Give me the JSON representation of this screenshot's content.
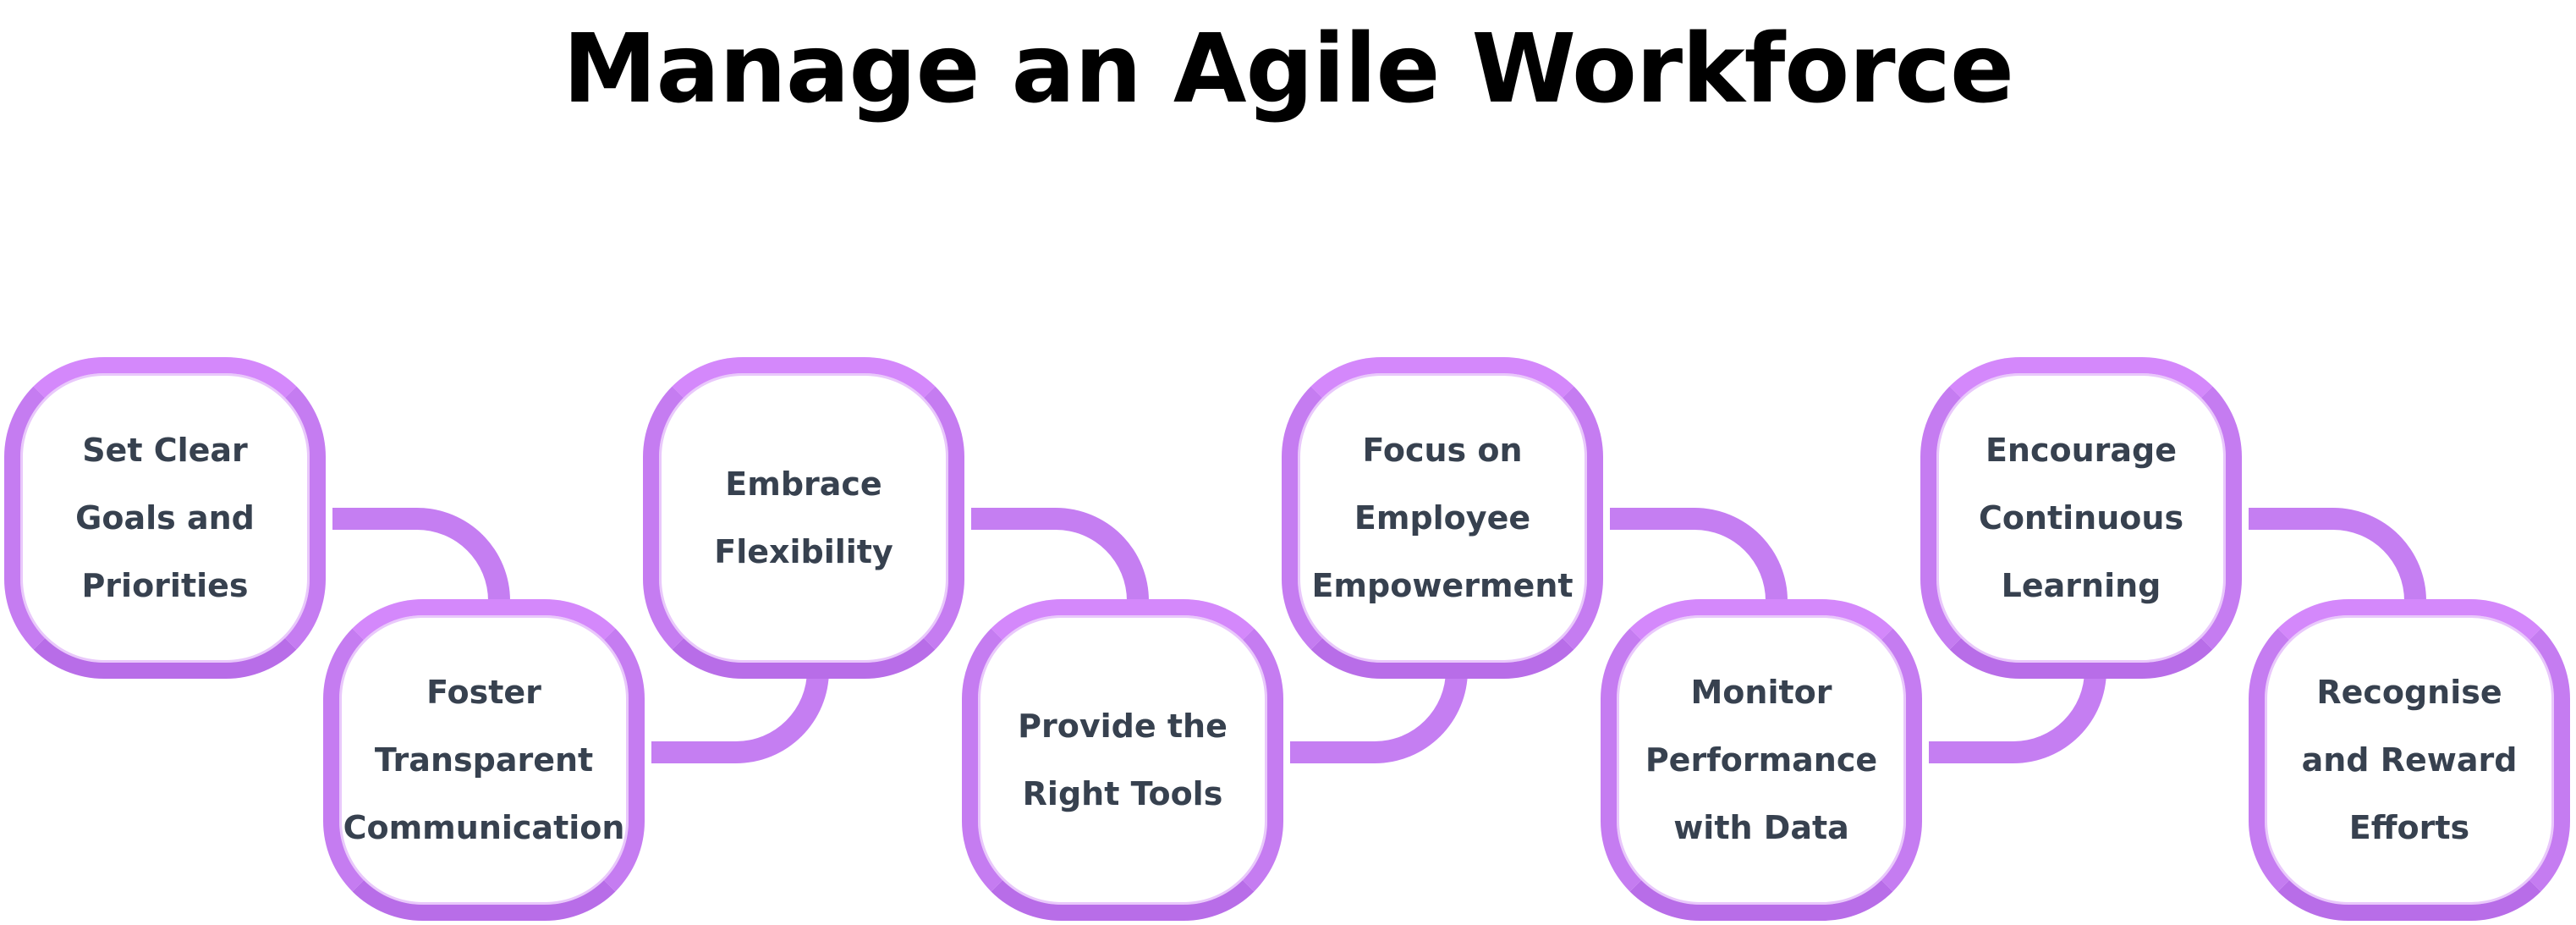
{
  "title": "Manage an Agile Workforce",
  "colors": {
    "accent": "#c57ef2",
    "text": "#37414f",
    "title": "#000000"
  },
  "steps": [
    {
      "label": "Set Clear\nGoals and\nPriorities"
    },
    {
      "label": "Foster\nTransparent\nCommunication"
    },
    {
      "label": "Embrace\nFlexibility"
    },
    {
      "label": "Provide the\nRight Tools"
    },
    {
      "label": "Focus on\nEmployee\nEmpowerment"
    },
    {
      "label": "Monitor\nPerformance\nwith Data"
    },
    {
      "label": "Encourage\nContinuous\nLearning"
    },
    {
      "label": "Recognise\nand Reward\nEfforts"
    }
  ]
}
